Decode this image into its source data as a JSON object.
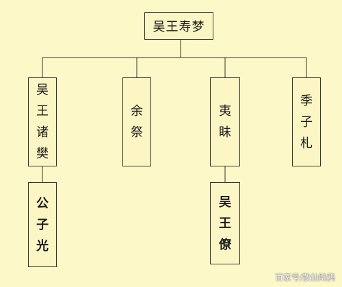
{
  "root": {
    "label": "吴王寿梦"
  },
  "children": [
    {
      "id": "zhufan",
      "label": "吴王诸樊"
    },
    {
      "id": "yuji",
      "label": "余祭"
    },
    {
      "id": "yimei",
      "label": "夷眛"
    },
    {
      "id": "jizha",
      "label": "季子札"
    }
  ],
  "grandchildren": [
    {
      "id": "gongziguang",
      "parent": "zhufan",
      "label": "公子光"
    },
    {
      "id": "wangliao",
      "parent": "yimei",
      "label": "吴王僚"
    }
  ],
  "watermark": {
    "text": "百家号/散仙陆鸦"
  }
}
